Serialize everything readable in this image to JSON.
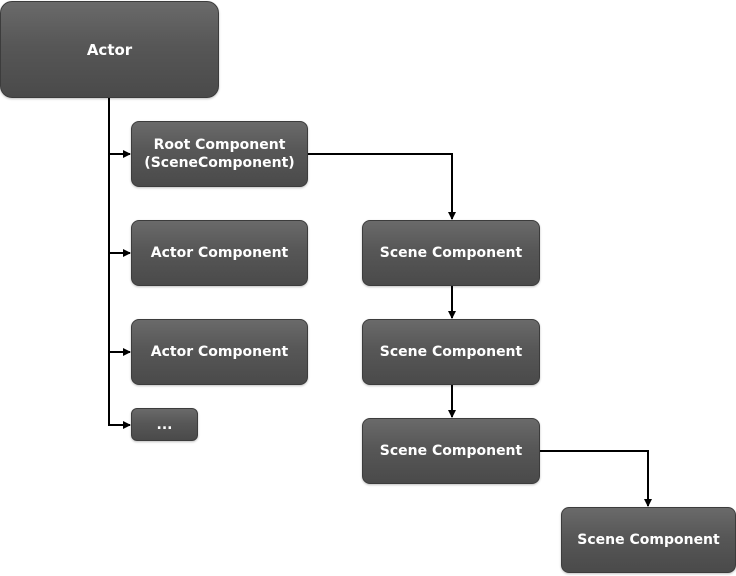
{
  "diagram": {
    "nodes": {
      "actor": "Actor",
      "root_component": "Root Component\n(SceneComponent)",
      "actor_component_1": "Actor Component",
      "actor_component_2": "Actor Component",
      "ellipsis": "...",
      "scene_component_1": "Scene Component",
      "scene_component_2": "Scene Component",
      "scene_component_3": "Scene Component",
      "scene_component_4": "Scene Component"
    },
    "edges": [
      {
        "from": "actor",
        "to": "root_component"
      },
      {
        "from": "actor",
        "to": "actor_component_1"
      },
      {
        "from": "actor",
        "to": "actor_component_2"
      },
      {
        "from": "actor",
        "to": "ellipsis"
      },
      {
        "from": "root_component",
        "to": "scene_component_1",
        "bidirectional": true
      },
      {
        "from": "scene_component_1",
        "to": "scene_component_2"
      },
      {
        "from": "scene_component_2",
        "to": "scene_component_3"
      },
      {
        "from": "scene_component_3",
        "to": "scene_component_4",
        "bidirectional": true
      }
    ],
    "colors": {
      "node_fill": "#575757",
      "node_text": "#ffffff",
      "connector": "#000000"
    }
  }
}
